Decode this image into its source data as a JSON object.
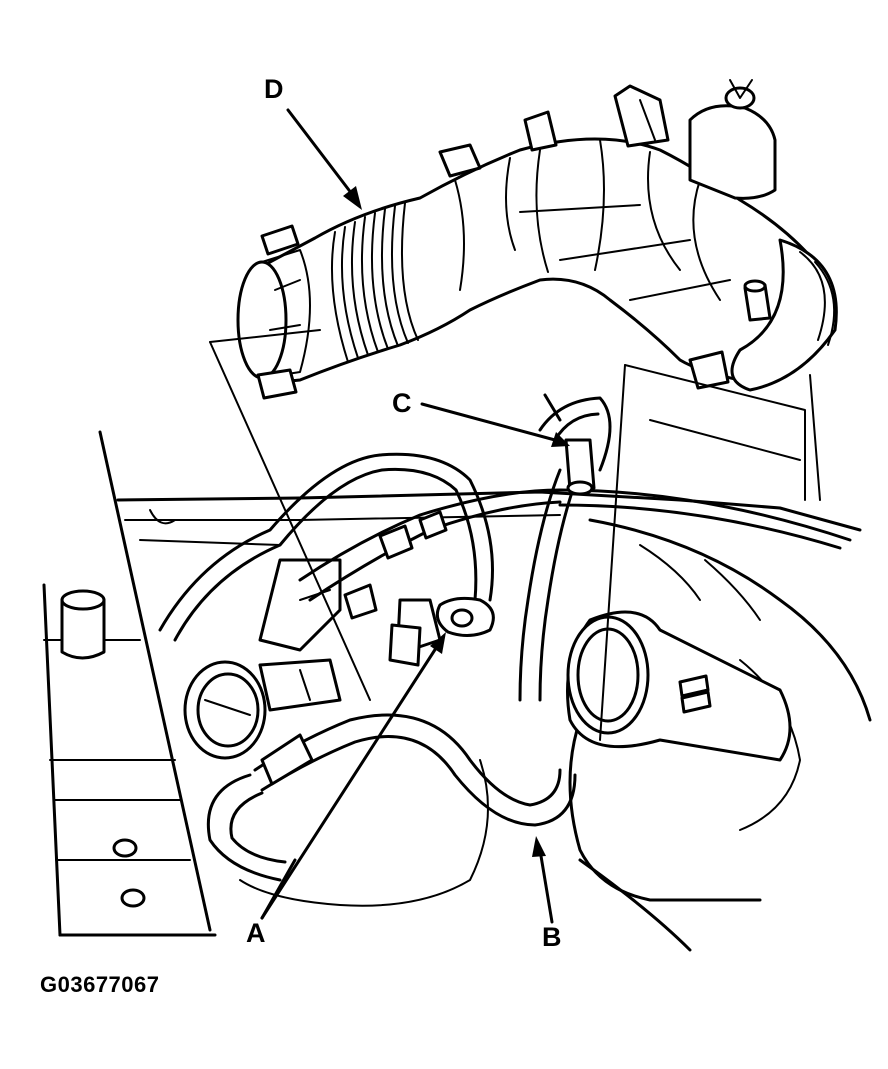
{
  "figure": {
    "id": "G03677067",
    "callouts": {
      "a": "A",
      "b": "B",
      "c": "C",
      "d": "D"
    }
  }
}
